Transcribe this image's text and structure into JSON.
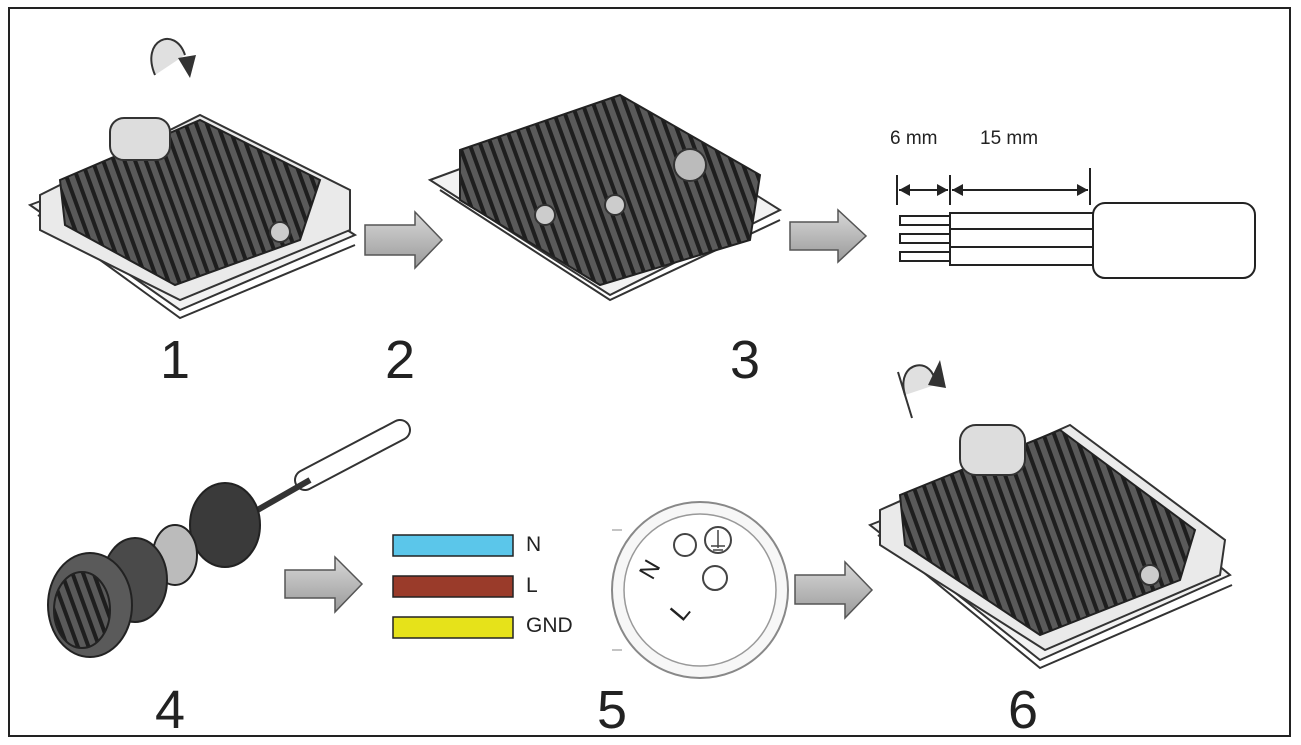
{
  "steps": [
    "1",
    "2",
    "3",
    "4",
    "5",
    "6"
  ],
  "dimensions": {
    "strip": "6 mm",
    "sheath": "15 mm"
  },
  "wires": [
    {
      "label": "N",
      "color": "#5bc6ea"
    },
    {
      "label": "L",
      "color": "#9a3b2a"
    },
    {
      "label": "GND",
      "color": "#e6e21a"
    }
  ],
  "terminal_marks": [
    "N",
    "L"
  ]
}
